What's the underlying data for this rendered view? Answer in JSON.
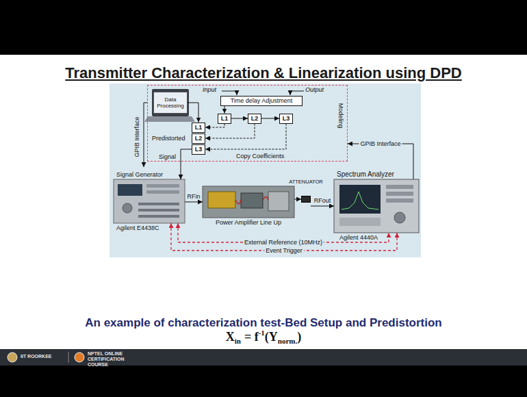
{
  "diagram": {
    "title": "Transmitter Characterization & Linearization using DPD",
    "caption": "An example of characterization test-Bed Setup and Predistortion",
    "nodes": [
      {
        "text": [
          "Modeling"
        ]
      },
      {
        "text": [
          "Data Processing"
        ],
        "in": 0
      },
      {
        "text": [
          "Time delay Adjustment"
        ],
        "in": 0
      },
      {
        "text": [
          "L1"
        ],
        "in": 0
      },
      {
        "text": [
          "L2"
        ],
        "in": 0
      },
      {
        "text": [
          "L3"
        ],
        "in": 0
      },
      {
        "text": [
          "L1"
        ],
        "in": 0
      },
      {
        "text": [
          "L2"
        ],
        "in": 0
      },
      {
        "text": [
          "L3"
        ],
        "in": 0
      },
      {
        "text": [
          "Signal Generator",
          "Agilent E4438C"
        ]
      },
      {
        "text": [
          "Power Amplifier Line Up"
        ]
      },
      {
        "text": [
          "ATTENUATOR"
        ]
      },
      {
        "text": [
          "Spectrum Analyzer",
          "Agilent 4440A"
        ]
      }
    ],
    "edges": [
      {
        "from": 1,
        "to": 6,
        "arrow": "to"
      },
      {
        "from": 2,
        "to": 3,
        "arrow": "to"
      },
      {
        "from": 3,
        "to": 4,
        "arrow": "to"
      },
      {
        "from": 4,
        "to": 5,
        "arrow": "to"
      },
      {
        "from": 3,
        "to": 6,
        "arrow": "to"
      },
      {
        "from": 4,
        "to": 7,
        "arrow": "to"
      },
      {
        "from": 5,
        "to": 8,
        "arrow": "to"
      },
      {
        "from": 8,
        "to": 9,
        "arrow": "to"
      },
      {
        "from": 9,
        "to": 10,
        "label": "RFin",
        "arrow": "to"
      },
      {
        "from": 10,
        "to": 11,
        "arrow": "to"
      },
      {
        "from": 11,
        "to": 12,
        "label": "RFout",
        "arrow": "to"
      },
      {
        "from": 12,
        "to": 0,
        "label": "GPIB Interface",
        "arrow": "to"
      },
      {
        "from": 9,
        "to": 12,
        "label": "External Reference (10MHz)",
        "arrow": "both"
      },
      {
        "from": 9,
        "to": 12,
        "label": "Event Trigger",
        "arrow": "both"
      }
    ],
    "labels": [
      "Input",
      "Output",
      "Copy Coefficients",
      "Predistorted",
      "Signal",
      "GPIB Interface",
      "X",
      "in",
      "= f",
      "-1",
      "(Y",
      "norm.",
      ")",
      "IIT ROORKEE",
      "NPTEL ONLINE CERTIFICATION COURSE"
    ]
  }
}
